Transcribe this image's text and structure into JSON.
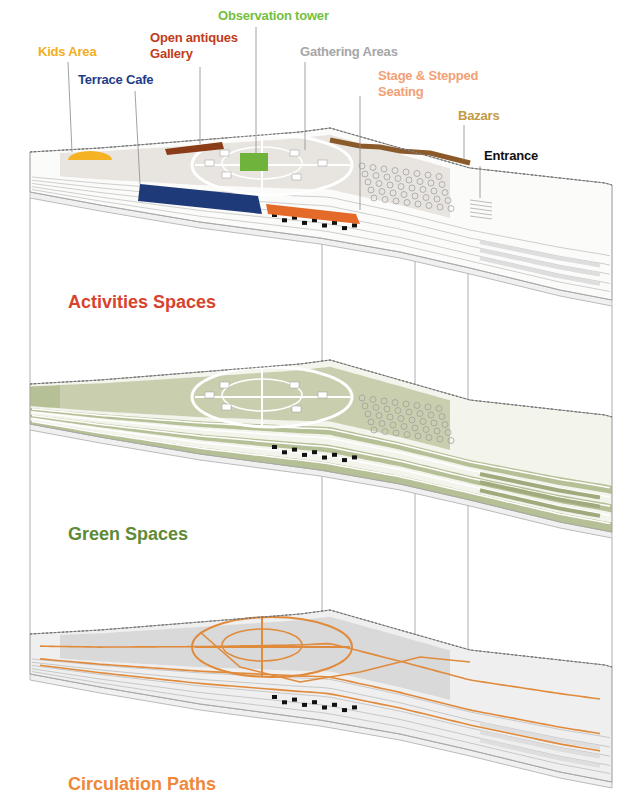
{
  "diagram": {
    "nodes": [
      {
        "text": [
          "Activities Spaces"
        ]
      },
      {
        "text": [
          "Green Spaces"
        ]
      },
      {
        "text": [
          "Circulation Paths"
        ]
      }
    ],
    "labels": [
      "Kids Area",
      "Terrace Cafe",
      "Open antiques Gallery",
      "Observation tower",
      "Gathering Areas",
      "Stage & Stepped Seating",
      "Bazars",
      "Entrance"
    ]
  }
}
